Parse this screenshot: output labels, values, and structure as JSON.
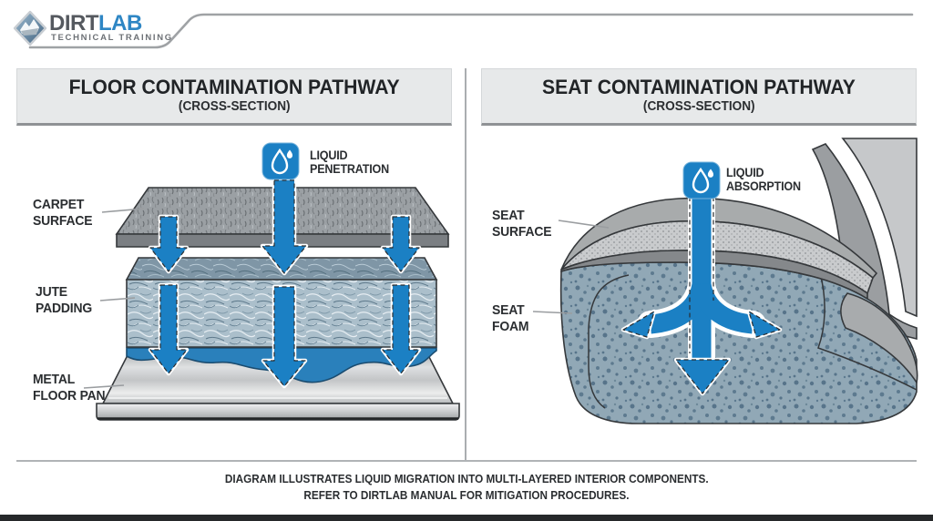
{
  "brand": {
    "name_part1": "DIRT",
    "name_part2": "LAB",
    "tagline": "TECHNICAL TRAINING"
  },
  "panels": {
    "floor": {
      "title": "FLOOR CONTAMINATION PATHWAY",
      "subtitle": "(CROSS-SECTION)",
      "flow_label_line1": "LIQUID",
      "flow_label_line2": "PENETRATION",
      "layers": [
        {
          "line1": "CARPET",
          "line2": "SURFACE"
        },
        {
          "line1": "JUTE",
          "line2": "PADDING"
        },
        {
          "line1": "METAL",
          "line2": "FLOOR PAN"
        }
      ]
    },
    "seat": {
      "title": "SEAT CONTAMINATION PATHWAY",
      "subtitle": "(CROSS-SECTION)",
      "flow_label_line1": "LIQUID",
      "flow_label_line2": "ABSORPTION",
      "layers": [
        {
          "line1": "SEAT",
          "line2": "SURFACE"
        },
        {
          "line1": "SEAT",
          "line2": "FOAM"
        }
      ]
    }
  },
  "footer": {
    "line1": "DIAGRAM ILLUSTRATES LIQUID MIGRATION INTO MULTI-LAYERED INTERIOR COMPONENTS.",
    "line2": "REFER TO DIRTLAB MANUAL FOR MITIGATION PROCEDURES."
  },
  "colors": {
    "accent_blue": "#1b80c4",
    "text_dark": "#2b2e31",
    "divider_gray": "#aaadb0"
  }
}
